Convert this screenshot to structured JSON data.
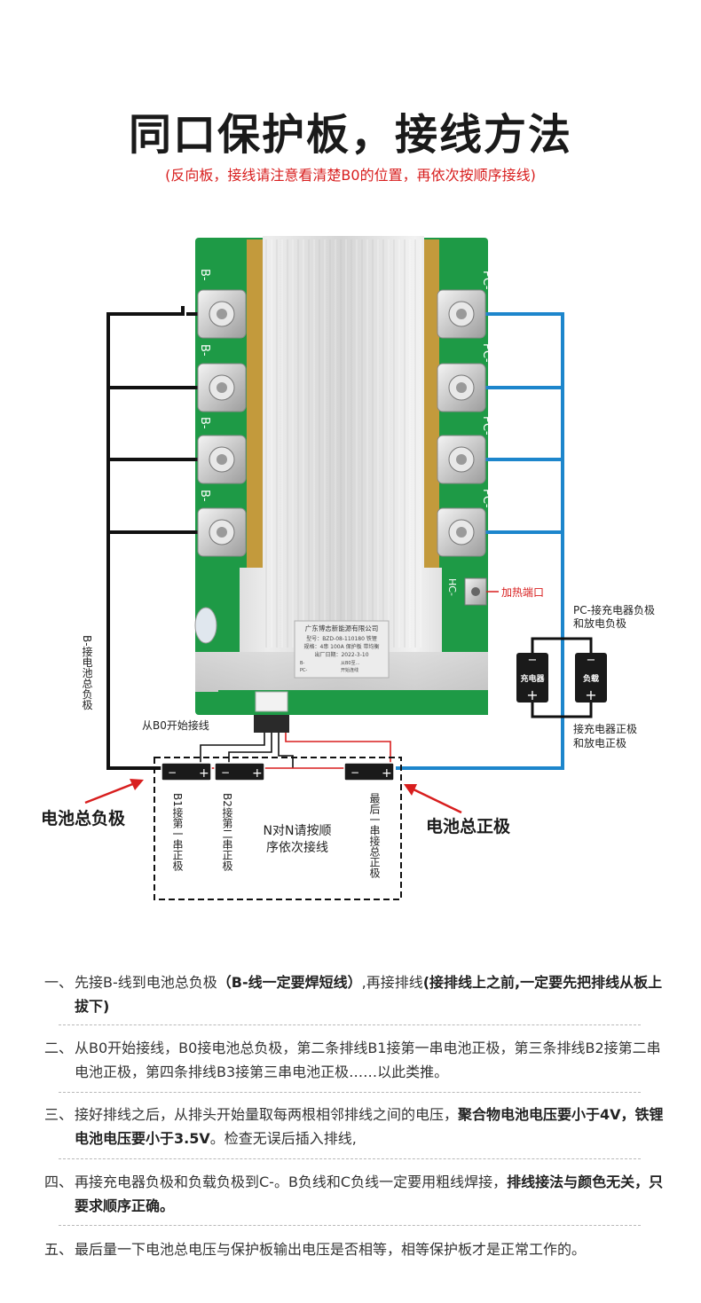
{
  "title": "同口保护板，接线方法",
  "subtitle": "(反向板，接线请注意看清楚B0的位置，再依次按顺序接线)",
  "board": {
    "left_labels": [
      "B-",
      "B-",
      "B-",
      "B-"
    ],
    "right_labels": [
      "PC-",
      "PC-",
      "PC-",
      "PC-"
    ],
    "heat_port_tag": "HC-",
    "plate_lines": [
      "广东博志新能源有限公司",
      "型号：BZD-08-110180 铁锂",
      "规格：4串 100A 保护板 带均衡",
      "出厂日期：2022-3-10"
    ],
    "small_labels": [
      "B-",
      "PC-",
      "从B0至...",
      "开始连线"
    ]
  },
  "labels": {
    "heat_port": "加热端口",
    "pc_note": [
      "PC-接充电器负极",
      "和放电负极"
    ],
    "pos_note": [
      "接充电器正极",
      "和放电正极"
    ],
    "b_minus_vertical": "B-接电池总负极",
    "charger": "充电器",
    "load": "负载",
    "start_b0": "从B0开始接线",
    "total_negative": "电池总负极",
    "total_positive": "电池总正极",
    "b1": "B1接第一串正极",
    "b2": "B2接第二串正极",
    "n_to_n": [
      "N对N请按顺",
      "序依次接线"
    ],
    "last": "最后一串接总正极",
    "minus_sign": "−",
    "plus_sign": "+"
  },
  "steps": [
    {
      "num": "一、",
      "parts": [
        {
          "t": "先接B-线到电池总负极",
          "b": false
        },
        {
          "t": "（B-线一定要焊短线）",
          "b": true
        },
        {
          "t": ",再接排线",
          "b": false
        },
        {
          "t": "(接排线上之前,一定要先把排线从板上拔下)",
          "b": true
        }
      ]
    },
    {
      "num": "二、",
      "parts": [
        {
          "t": "从B0开始接线，B0接电池总负极，第二条排线B1接第一串电池正极，第三条排线B2接第二串电池正极，第四条排线B3接第三串电池正极……以此类推。",
          "b": false
        }
      ]
    },
    {
      "num": "三、",
      "parts": [
        {
          "t": "接好排线之后，从排头开始量取每两根相邻排线之间的电压，",
          "b": false
        },
        {
          "t": "聚合物电池电压要小于4V，铁锂电池电压要小于3.5V",
          "b": true
        },
        {
          "t": "。检查无误后插入排线,",
          "b": false
        }
      ]
    },
    {
      "num": "四、",
      "parts": [
        {
          "t": "再接充电器负极和负载负极到C-。B负线和C负线一定要用粗线焊接，",
          "b": false
        },
        {
          "t": "排线接法与颜色无关，只要求顺序正确。",
          "b": true
        }
      ]
    },
    {
      "num": "五、",
      "parts": [
        {
          "t": "最后量一下电池总电压与保护板输出电压是否相等，相等保护板才是正常工作的。",
          "b": false
        }
      ]
    }
  ],
  "colors": {
    "title": "#1a1a1a",
    "accent_red": "#d81e1e",
    "pcb_green": "#1e9a46",
    "wire_blue": "#1d86cc",
    "wire_black": "#111111"
  }
}
